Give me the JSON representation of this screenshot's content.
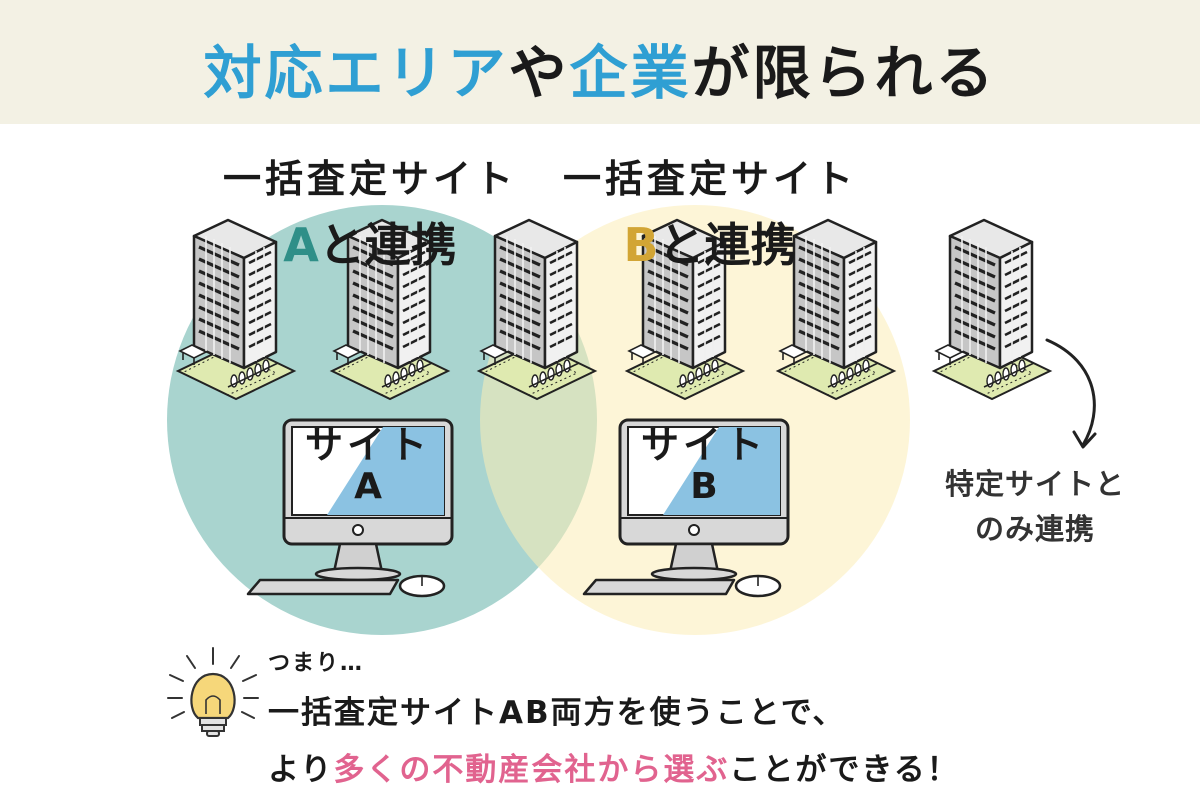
{
  "header": {
    "title_part1": "対応エリア",
    "title_part2": "や",
    "title_part3": "企業",
    "title_part4": "が限られる"
  },
  "site_a": {
    "label_line1": "一括査定サイト",
    "label_letter": "A",
    "label_suffix": "と連携",
    "monitor_line1": "サイト",
    "monitor_line2": "A"
  },
  "site_b": {
    "label_line1": "一括査定サイト",
    "label_letter": "B",
    "label_suffix": "と連携",
    "monitor_line1": "サイト",
    "monitor_line2": "B"
  },
  "side_note": {
    "line1": "特定サイトと",
    "line2": "のみ連携"
  },
  "conclusion": {
    "intro": "つまり…",
    "line1": "一括査定サイトAB両方を使うことで、",
    "line2_part1": "より",
    "line2_part2": "多くの不動産会社から選ぶ",
    "line2_part3": "ことができる！"
  },
  "colors": {
    "banner_bg": "#f3f1e4",
    "title_blue": "#2f9fd3",
    "circle_a": "#a9d4cf",
    "circle_b": "#fbecb6",
    "letter_a": "#2f8f88",
    "letter_b": "#d2a535",
    "highlight_pink": "#e1638f",
    "screen_blue": "#8bc2e2",
    "bulb_yellow": "#f6d77a"
  },
  "icons": {
    "building": "office-building-icon",
    "monitor": "desktop-computer-icon",
    "keyboard": "keyboard-icon",
    "mouse": "mouse-icon",
    "arrow": "curved-arrow-icon",
    "lightbulb": "lightbulb-icon"
  }
}
